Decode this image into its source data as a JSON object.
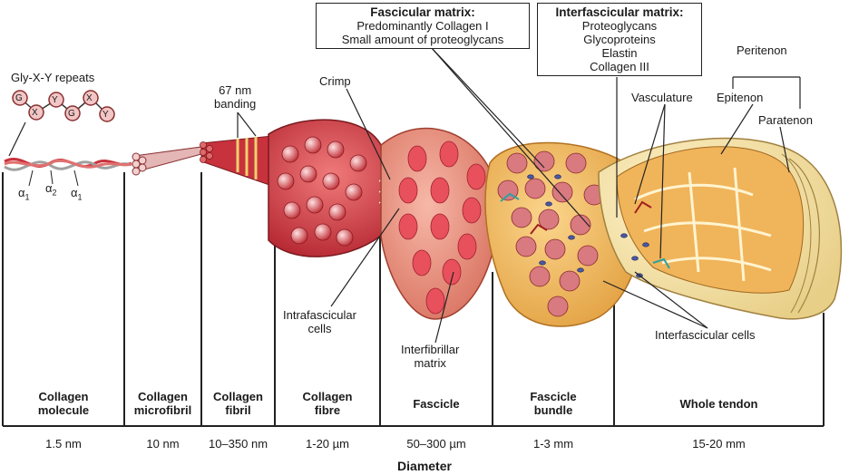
{
  "colors": {
    "collagen_red": "#c8323c",
    "fascicle_pink": "#e8877a",
    "bundle_orange": "#f0b860",
    "tendon_cream": "#f3e0a8",
    "outline": "#222222"
  },
  "labels": {
    "gly_repeats": "Gly-X-Y repeats",
    "gly_beads": [
      "G",
      "X",
      "Y",
      "G",
      "X",
      "Y"
    ],
    "alpha": "α",
    "alpha_subs": [
      "1",
      "2",
      "1"
    ],
    "banding_line1": "67 nm",
    "banding_line2": "banding",
    "crimp": "Crimp",
    "intrafascicular_1": "Intrafascicular",
    "intrafascicular_2": "cells",
    "interfibrillar_1": "Interfibrillar",
    "interfibrillar_2": "matrix",
    "vasculature": "Vasculature",
    "peritenon": "Peritenon",
    "epitenon": "Epitenon",
    "paratenon": "Paratenon",
    "interfascicular_cells": "Interfascicular cells"
  },
  "fascicular_box": {
    "heading": "Fascicular matrix:",
    "lines": [
      "Predominantly Collagen I",
      "Small amount of proteoglycans"
    ]
  },
  "interfascicular_box": {
    "heading": "Interfascicular matrix:",
    "lines": [
      "Proteoglycans",
      "Glycoproteins",
      "Elastin",
      "Collagen III"
    ]
  },
  "stages": [
    {
      "line1": "Collagen",
      "line2": "molecule",
      "diameter": "1.5 nm"
    },
    {
      "line1": "Collagen",
      "line2": "microfibril",
      "diameter": "10 nm"
    },
    {
      "line1": "Collagen",
      "line2": "fibril",
      "diameter": "10–350 nm"
    },
    {
      "line1": "Collagen",
      "line2": "fibre",
      "diameter": "1-20 µm"
    },
    {
      "line1": "Fascicle",
      "line2": "",
      "diameter": "50–300 µm"
    },
    {
      "line1": "Fascicle",
      "line2": "bundle",
      "diameter": "1-3 mm"
    },
    {
      "line1": "Whole tendon",
      "line2": "",
      "diameter": "15-20 mm"
    }
  ],
  "footer": "Diameter"
}
